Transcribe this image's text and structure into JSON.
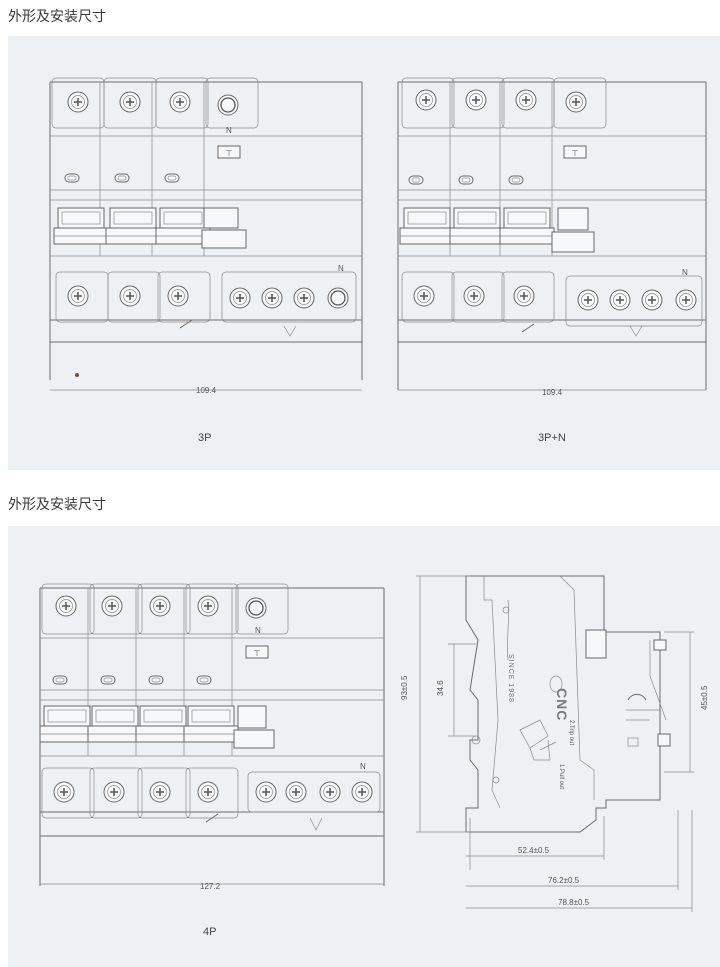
{
  "section_titles": [
    "外形及安装尺寸",
    "外形及安装尺寸"
  ],
  "diagram_3p": {
    "caption": "3P",
    "width_dim": "109.4",
    "n_label_top": "N",
    "n_label_bottom": "N"
  },
  "diagram_3pn": {
    "caption": "3P+N",
    "width_dim": "109.4",
    "n_label_bottom": "N"
  },
  "diagram_4p": {
    "caption": "4P",
    "width_dim": "127.2",
    "n_label_top": "N",
    "n_label_bottom": "N"
  },
  "side_view": {
    "height_dim": "93±0.5",
    "inner_dim": "34.6",
    "right_dim": "45±0.5",
    "depth_1": "52.4±0.5",
    "depth_2": "76.2±0.5",
    "depth_3": "78.8±0.5",
    "brand": "CNC",
    "since": "SINCE 1988",
    "trip_out": "2.Trip out",
    "pull_out": "1.Pull out"
  }
}
